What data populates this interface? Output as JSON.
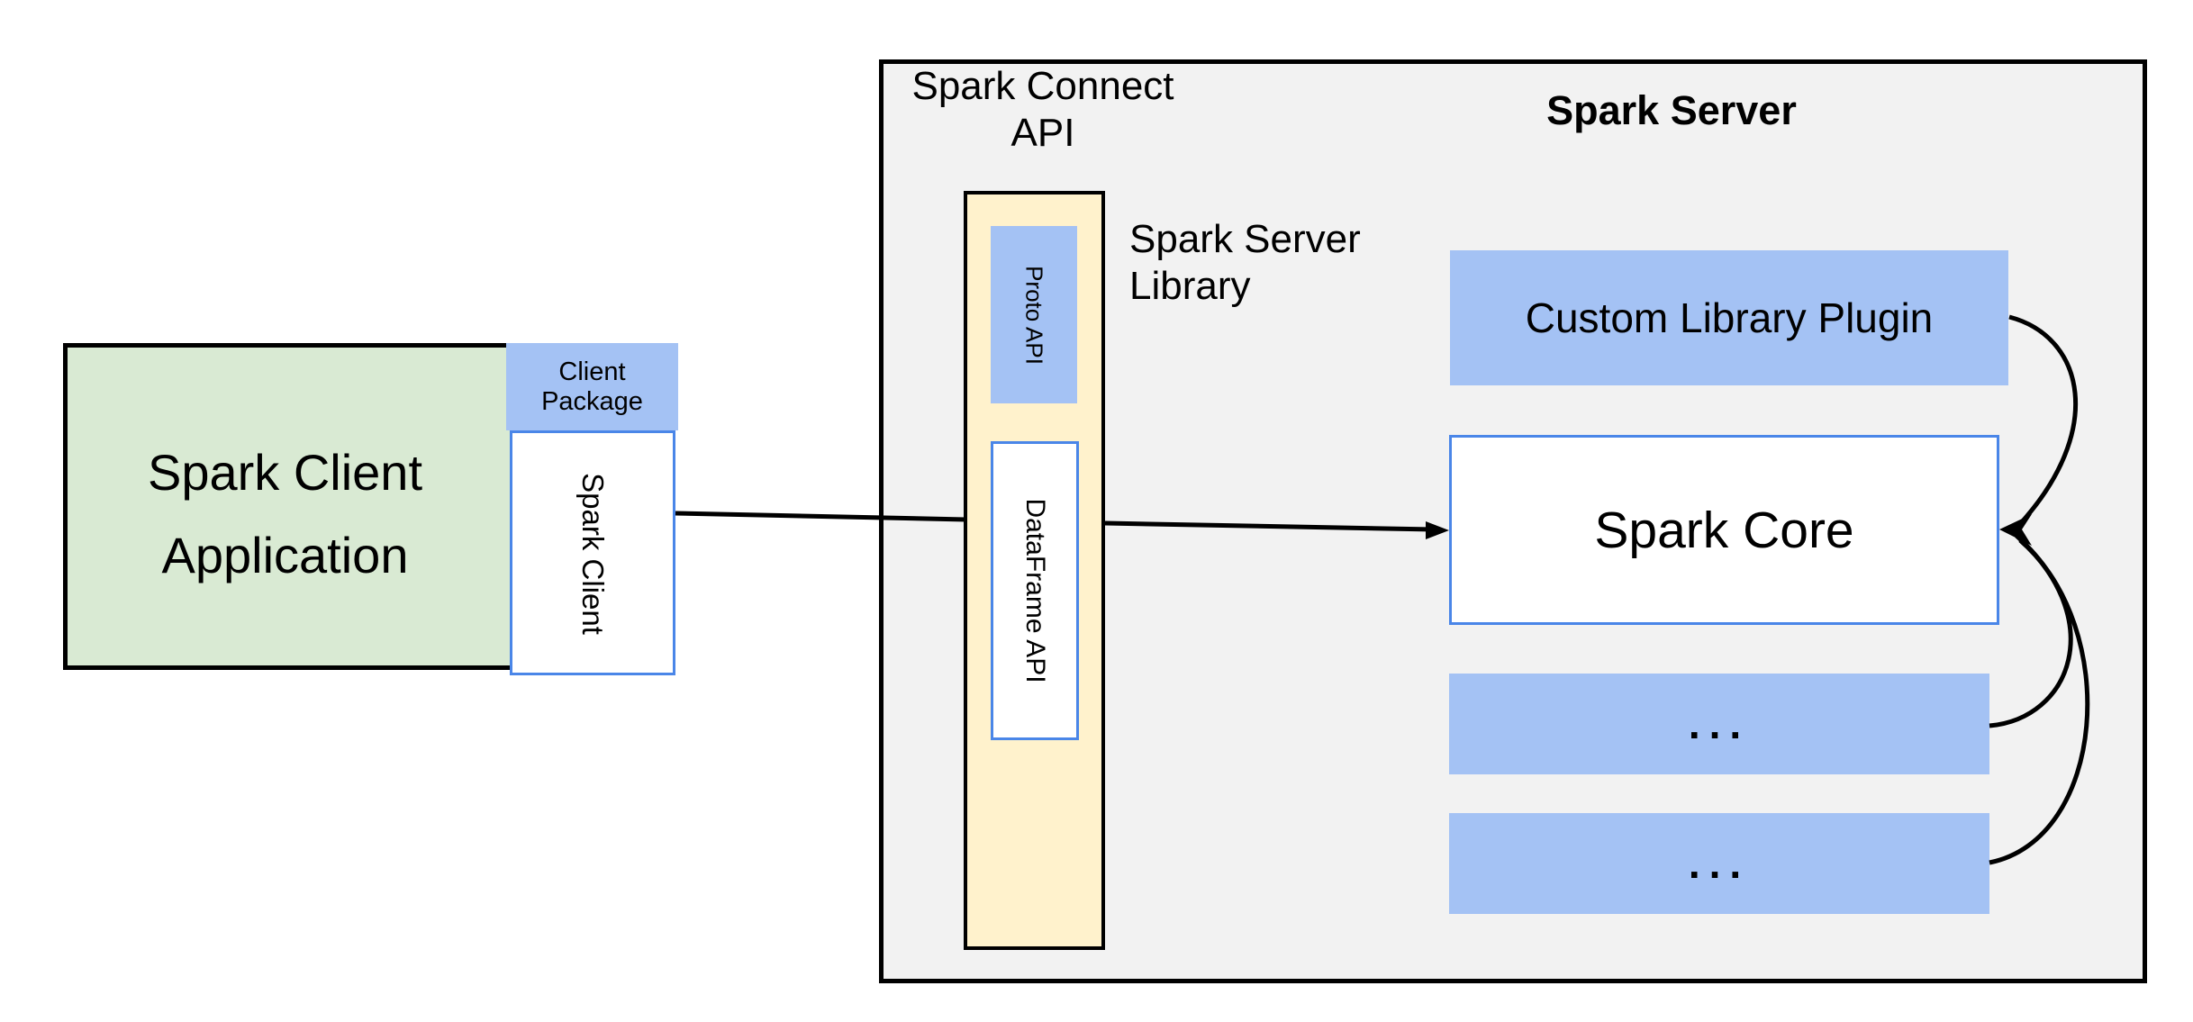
{
  "colors": {
    "page-bg": "#ffffff",
    "panel-gray": "#f2f2f2",
    "fill-green": "#d9ead3",
    "fill-blue": "#a4c2f4",
    "fill-yellow": "#fff2cc",
    "border-blue": "#4a86e8",
    "border-black": "#000000",
    "line-color": "#000000",
    "text-color": "#000000"
  },
  "client_side": {
    "application_label": "Spark Client Application",
    "client_package_label": "Client Package",
    "spark_client_label": "Spark Client"
  },
  "connect_api": {
    "heading": "Spark Connect API",
    "proto_api_label": "Proto API",
    "dataframe_api_label": "DataFrame API",
    "server_library_label": "Spark Server Library"
  },
  "server_side": {
    "heading": "Spark Server",
    "custom_library_plugin_label": "Custom Library Plugin",
    "spark_core_label": "Spark Core",
    "plugin_slot_1_label": "...",
    "plugin_slot_2_label": "..."
  }
}
